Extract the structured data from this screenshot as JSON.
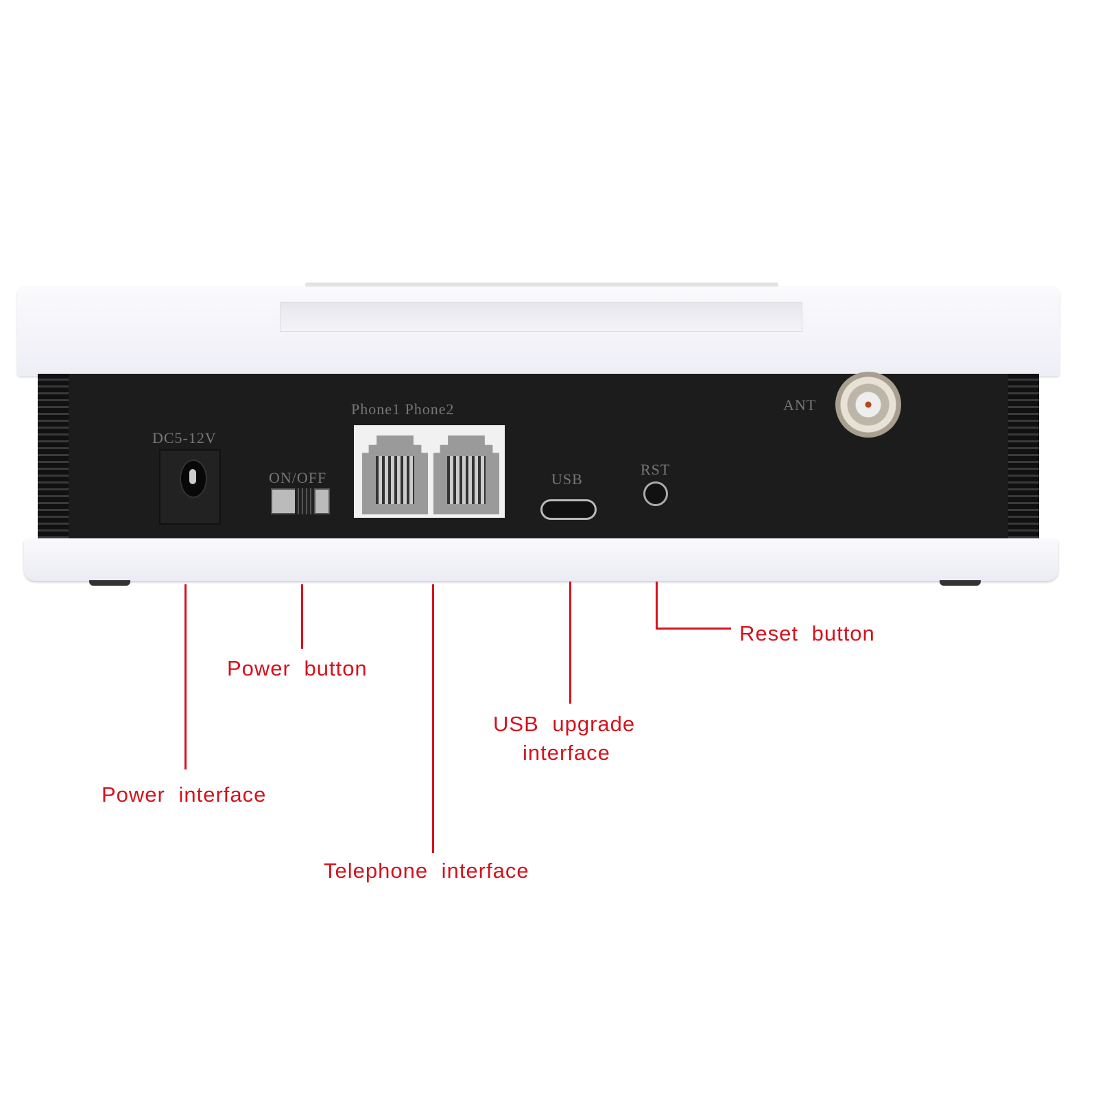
{
  "device": {
    "silk_labels": {
      "power": "DC5-12V",
      "switch": "ON/OFF",
      "phones": "Phone1 Phone2",
      "usb": "USB",
      "reset": "RST",
      "antenna": "ANT"
    }
  },
  "callouts": {
    "power_interface": "Power interface",
    "power_button": "Power button",
    "telephone_interface": "Telephone interface",
    "usb_line1": "USB upgrade",
    "usb_line2": "interface",
    "reset_button": "Reset button"
  },
  "colors": {
    "callout": "#d5121c",
    "body": "#1c1c1c",
    "shell": "#f4f4fa"
  }
}
